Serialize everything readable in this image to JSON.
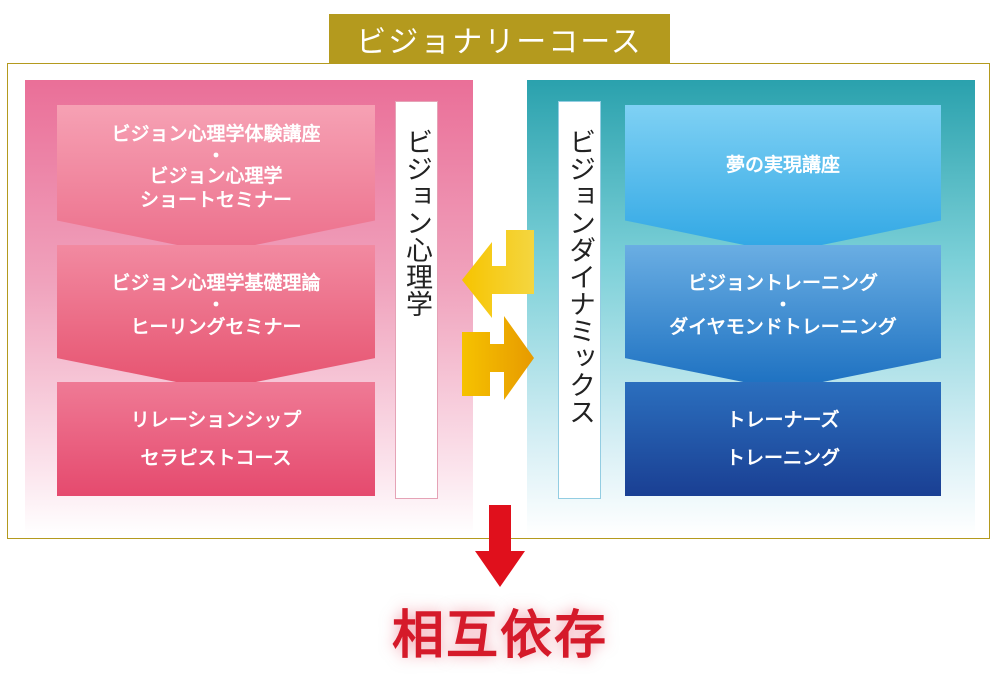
{
  "title": "ビジョナリーコース",
  "left": {
    "vertical_label": "ビジョン心理学",
    "steps": [
      [
        "ビジョン心理学体験講座",
        "・",
        "ビジョン心理学",
        "ショートセミナー"
      ],
      [
        "ビジョン心理学基礎理論",
        "・",
        "ヒーリングセミナー"
      ],
      [
        "リレーションシップ",
        "セラピストコース"
      ]
    ]
  },
  "right": {
    "vertical_label": "ビジョンダイナミックス",
    "steps": [
      [
        "夢の実現講座"
      ],
      [
        "ビジョントレーニング",
        "・",
        "ダイヤモンドトレーニング"
      ],
      [
        "トレーナーズ",
        "トレーニング"
      ]
    ]
  },
  "result": "相互依存",
  "colors": {
    "gold": "#b49a1e",
    "pink": "#e6526f",
    "blue": "#1b6fc0",
    "arrow_yellow": "#f2b800",
    "arrow_red": "#e0101c",
    "result_red": "#d51a2a"
  },
  "icons": {
    "exchange": "bidirectional-arrows-icon",
    "down": "down-arrow-icon"
  }
}
